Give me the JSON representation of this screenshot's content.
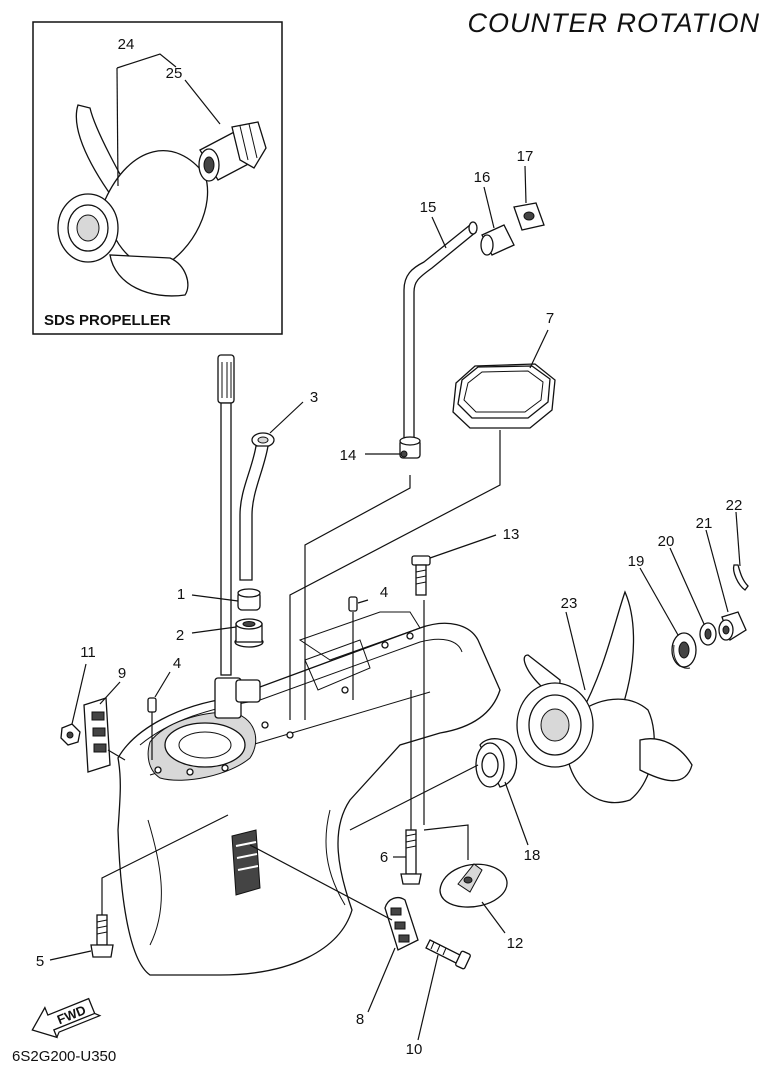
{
  "header": {
    "title": "COUNTER  ROTATION"
  },
  "inset": {
    "label": "SDS PROPELLER"
  },
  "footer": {
    "code": "6S2G200-U350",
    "direction_label": "FWD"
  },
  "callouts": {
    "c1": "1",
    "c2": "2",
    "c3": "3",
    "c4a": "4",
    "c4b": "4",
    "c5": "5",
    "c6": "6",
    "c7": "7",
    "c8": "8",
    "c9": "9",
    "c10": "10",
    "c11": "11",
    "c12": "12",
    "c13": "13",
    "c14": "14",
    "c15": "15",
    "c16": "16",
    "c17": "17",
    "c18": "18",
    "c19": "19",
    "c20": "20",
    "c21": "21",
    "c22": "22",
    "c23": "23",
    "c24": "24",
    "c25": "25"
  }
}
